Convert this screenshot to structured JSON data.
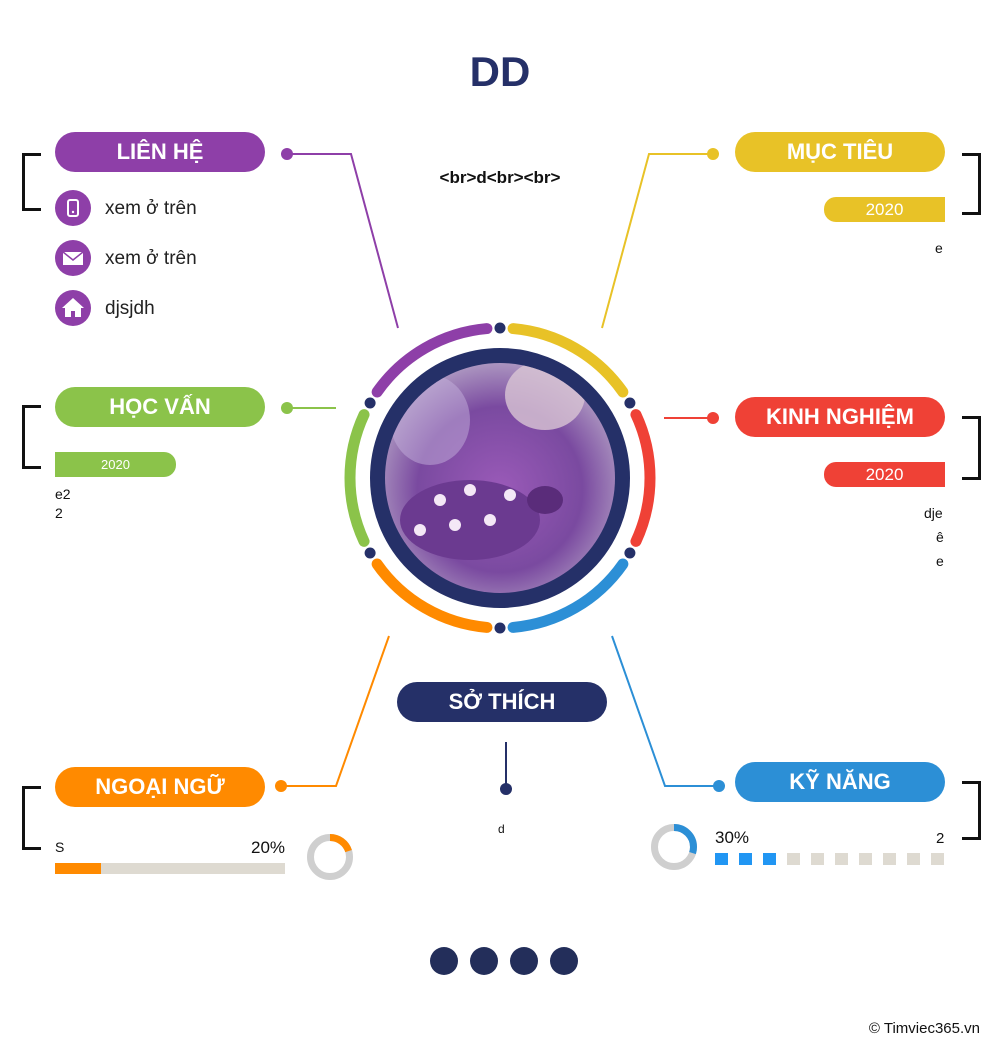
{
  "name": "DD",
  "center_note": "<br>d<br><br>",
  "colors": {
    "purple": "#8e3fa8",
    "green": "#8bc34a",
    "yellow": "#e8c227",
    "red": "#ef4136",
    "orange": "#ff8a00",
    "blue": "#2c8fd6",
    "navy": "#253068"
  },
  "contact": {
    "title": "LIÊN HỆ",
    "items": [
      {
        "icon": "phone-icon",
        "text": "xem ở trên"
      },
      {
        "icon": "envelope-icon",
        "text": "xem ở trên"
      },
      {
        "icon": "home-icon",
        "text": "djsjdh"
      }
    ]
  },
  "education": {
    "title": "HỌC VẤN",
    "year": "2020",
    "lines": [
      "e2",
      "2"
    ]
  },
  "objective": {
    "title": "MỤC TIÊU",
    "year": "2020",
    "text": "e"
  },
  "experience": {
    "title": "KINH NGHIỆM",
    "year": "2020",
    "lines": [
      "dje",
      "ê",
      "e"
    ]
  },
  "hobbies": {
    "title": "SỞ THÍCH",
    "text": "d"
  },
  "languages": {
    "title": "NGOẠI NGỮ",
    "item": "S",
    "percent_label": "20%",
    "percent": 20
  },
  "skills": {
    "title": "KỸ NĂNG",
    "percent_label": "30%",
    "percent": 30,
    "item": "2",
    "filled_squares": 3,
    "total_squares": 10
  },
  "footer": "© Timviec365.vn"
}
